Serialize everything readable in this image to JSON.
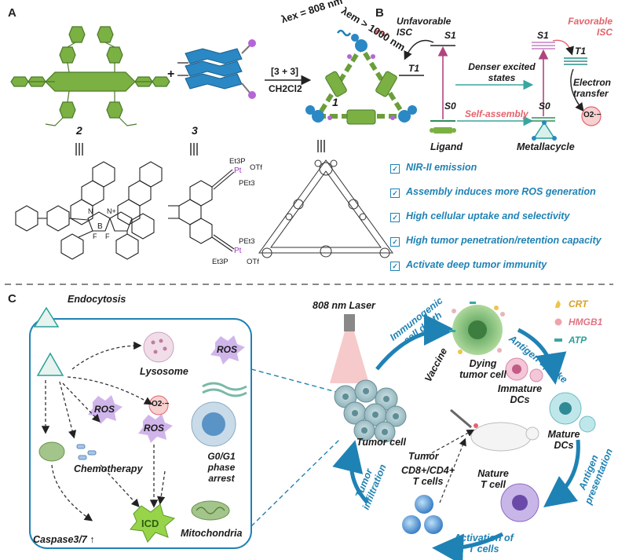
{
  "panels": {
    "a": "A",
    "b": "B",
    "c": "C"
  },
  "panel_a": {
    "lambda_ex": "λex = 808 nm",
    "lambda_em": "λem > 1000 nm",
    "plus": "+",
    "reaction_conditions": "[3 + 3]",
    "solvent": "CH2Cl2",
    "compound_2": "2",
    "compound_3": "3",
    "compound_1": "1",
    "equals": "|||",
    "pt_upper": {
      "et3p": "Et3P",
      "pt": "Pt",
      "otf": "OTf",
      "pet3": "PEt3"
    },
    "pt_lower": {
      "pet3": "PEt3",
      "pt": "Pt",
      "et3p": "Et3P",
      "otf": "OTf"
    },
    "bodipy": {
      "b": "B",
      "n_plus": "N+",
      "n": "N",
      "f1": "F",
      "f2": "F"
    }
  },
  "panel_b": {
    "unfavorable_isc": "Unfavorable ISC",
    "favorable_isc": "Favorable ISC",
    "s1_left": "S1",
    "t1_left": "T1",
    "s0_left": "S0",
    "s1_right": "S1",
    "t1_right": "T1",
    "s0_right": "S0",
    "denser": "Denser excited states",
    "self_assembly": "Self-assembly",
    "electron_transfer": "Electron transfer",
    "o2": "O2·−",
    "ligand": "Ligand",
    "metallacycle": "Metallacycle",
    "features": [
      "NIR-II  emission",
      "Assembly induces more ROS generation",
      "High cellular uptake and selectivity",
      "High tumor penetration/retention capacity",
      "Activate deep tumor immunity"
    ]
  },
  "panel_c": {
    "endocytosis": "Endocytosis",
    "lysosome": "Lysosome",
    "ros": "ROS",
    "ros2": "ROS",
    "ros3": "ROS",
    "o2": "O2·−",
    "chemotherapy": "Chemotherapy",
    "g0g1": "G0/G1 phase arrest",
    "icd": "ICD",
    "mitochondria": "Mitochondria",
    "caspase": "Caspase3/7 ↑",
    "laser": "808 nm Laser",
    "immunogenic": "Immunogenic cell death",
    "dying": "Dying tumor cell",
    "antigen_uptake": "Antigen uptake",
    "crt": "CRT",
    "hmgb1": "HMGB1",
    "atp": "ATP",
    "vaccine": "Vaccine",
    "immature": "Immature DCs",
    "mature": "Mature DCs",
    "tumor_cell": "Tumor cell",
    "tumor": "Tumor",
    "cd8": "CD8+/CD4+ T cells",
    "tumor_infiltration": "Tumor infiltration",
    "nature_t": "Nature T cell",
    "antigen_presentation": "Antigen presentation",
    "activation": "Activation of T cells"
  },
  "colors": {
    "blue": "#1f82b4",
    "red": "#e3646b",
    "green": "#6b9e3a",
    "purple": "#b13fd0"
  }
}
